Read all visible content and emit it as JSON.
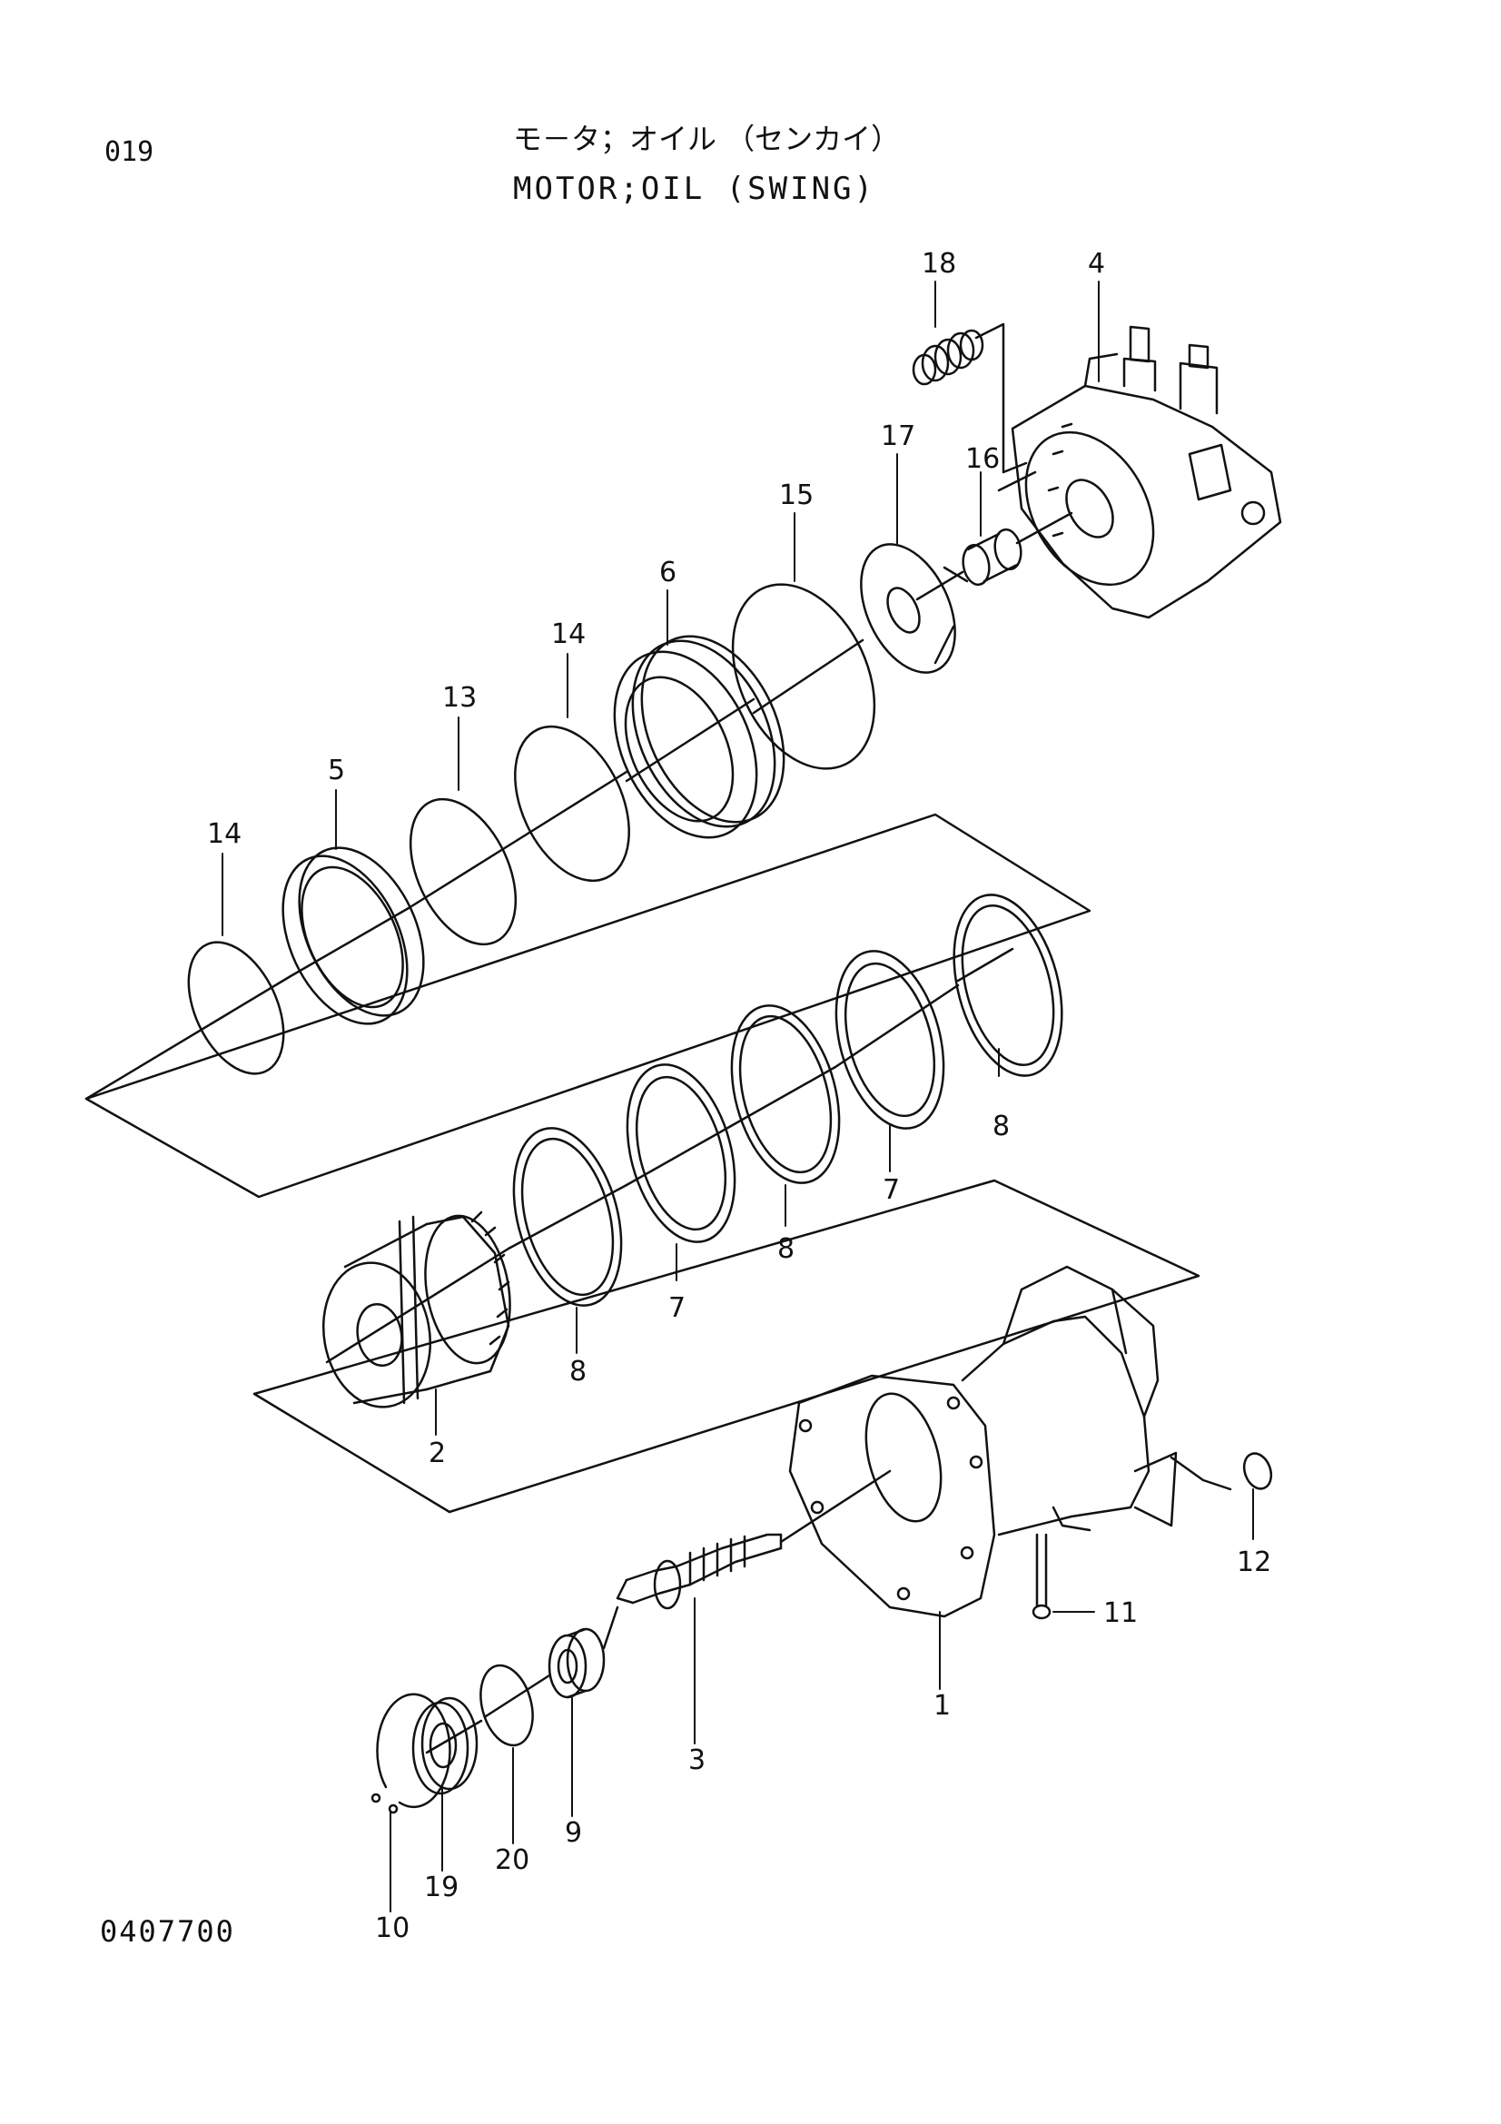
{
  "header": {
    "page_number": "019",
    "title_jp": "モ－タ；オイル （センカイ）",
    "title_en": "MOTOR;OIL (SWING)"
  },
  "footer": {
    "reference_code": "0407700"
  },
  "diagram": {
    "part_labels": {
      "p1": "1",
      "p2": "2",
      "p3": "3",
      "p4": "4",
      "p5": "5",
      "p6": "6",
      "p7a": "7",
      "p7b": "7",
      "p8a": "8",
      "p8b": "8",
      "p8c": "8",
      "p9": "9",
      "p10": "10",
      "p11": "11",
      "p12": "12",
      "p13": "13",
      "p14a": "14",
      "p14b": "14",
      "p15": "15",
      "p16": "16",
      "p17": "17",
      "p18": "18",
      "p19": "19",
      "p20": "20"
    }
  }
}
